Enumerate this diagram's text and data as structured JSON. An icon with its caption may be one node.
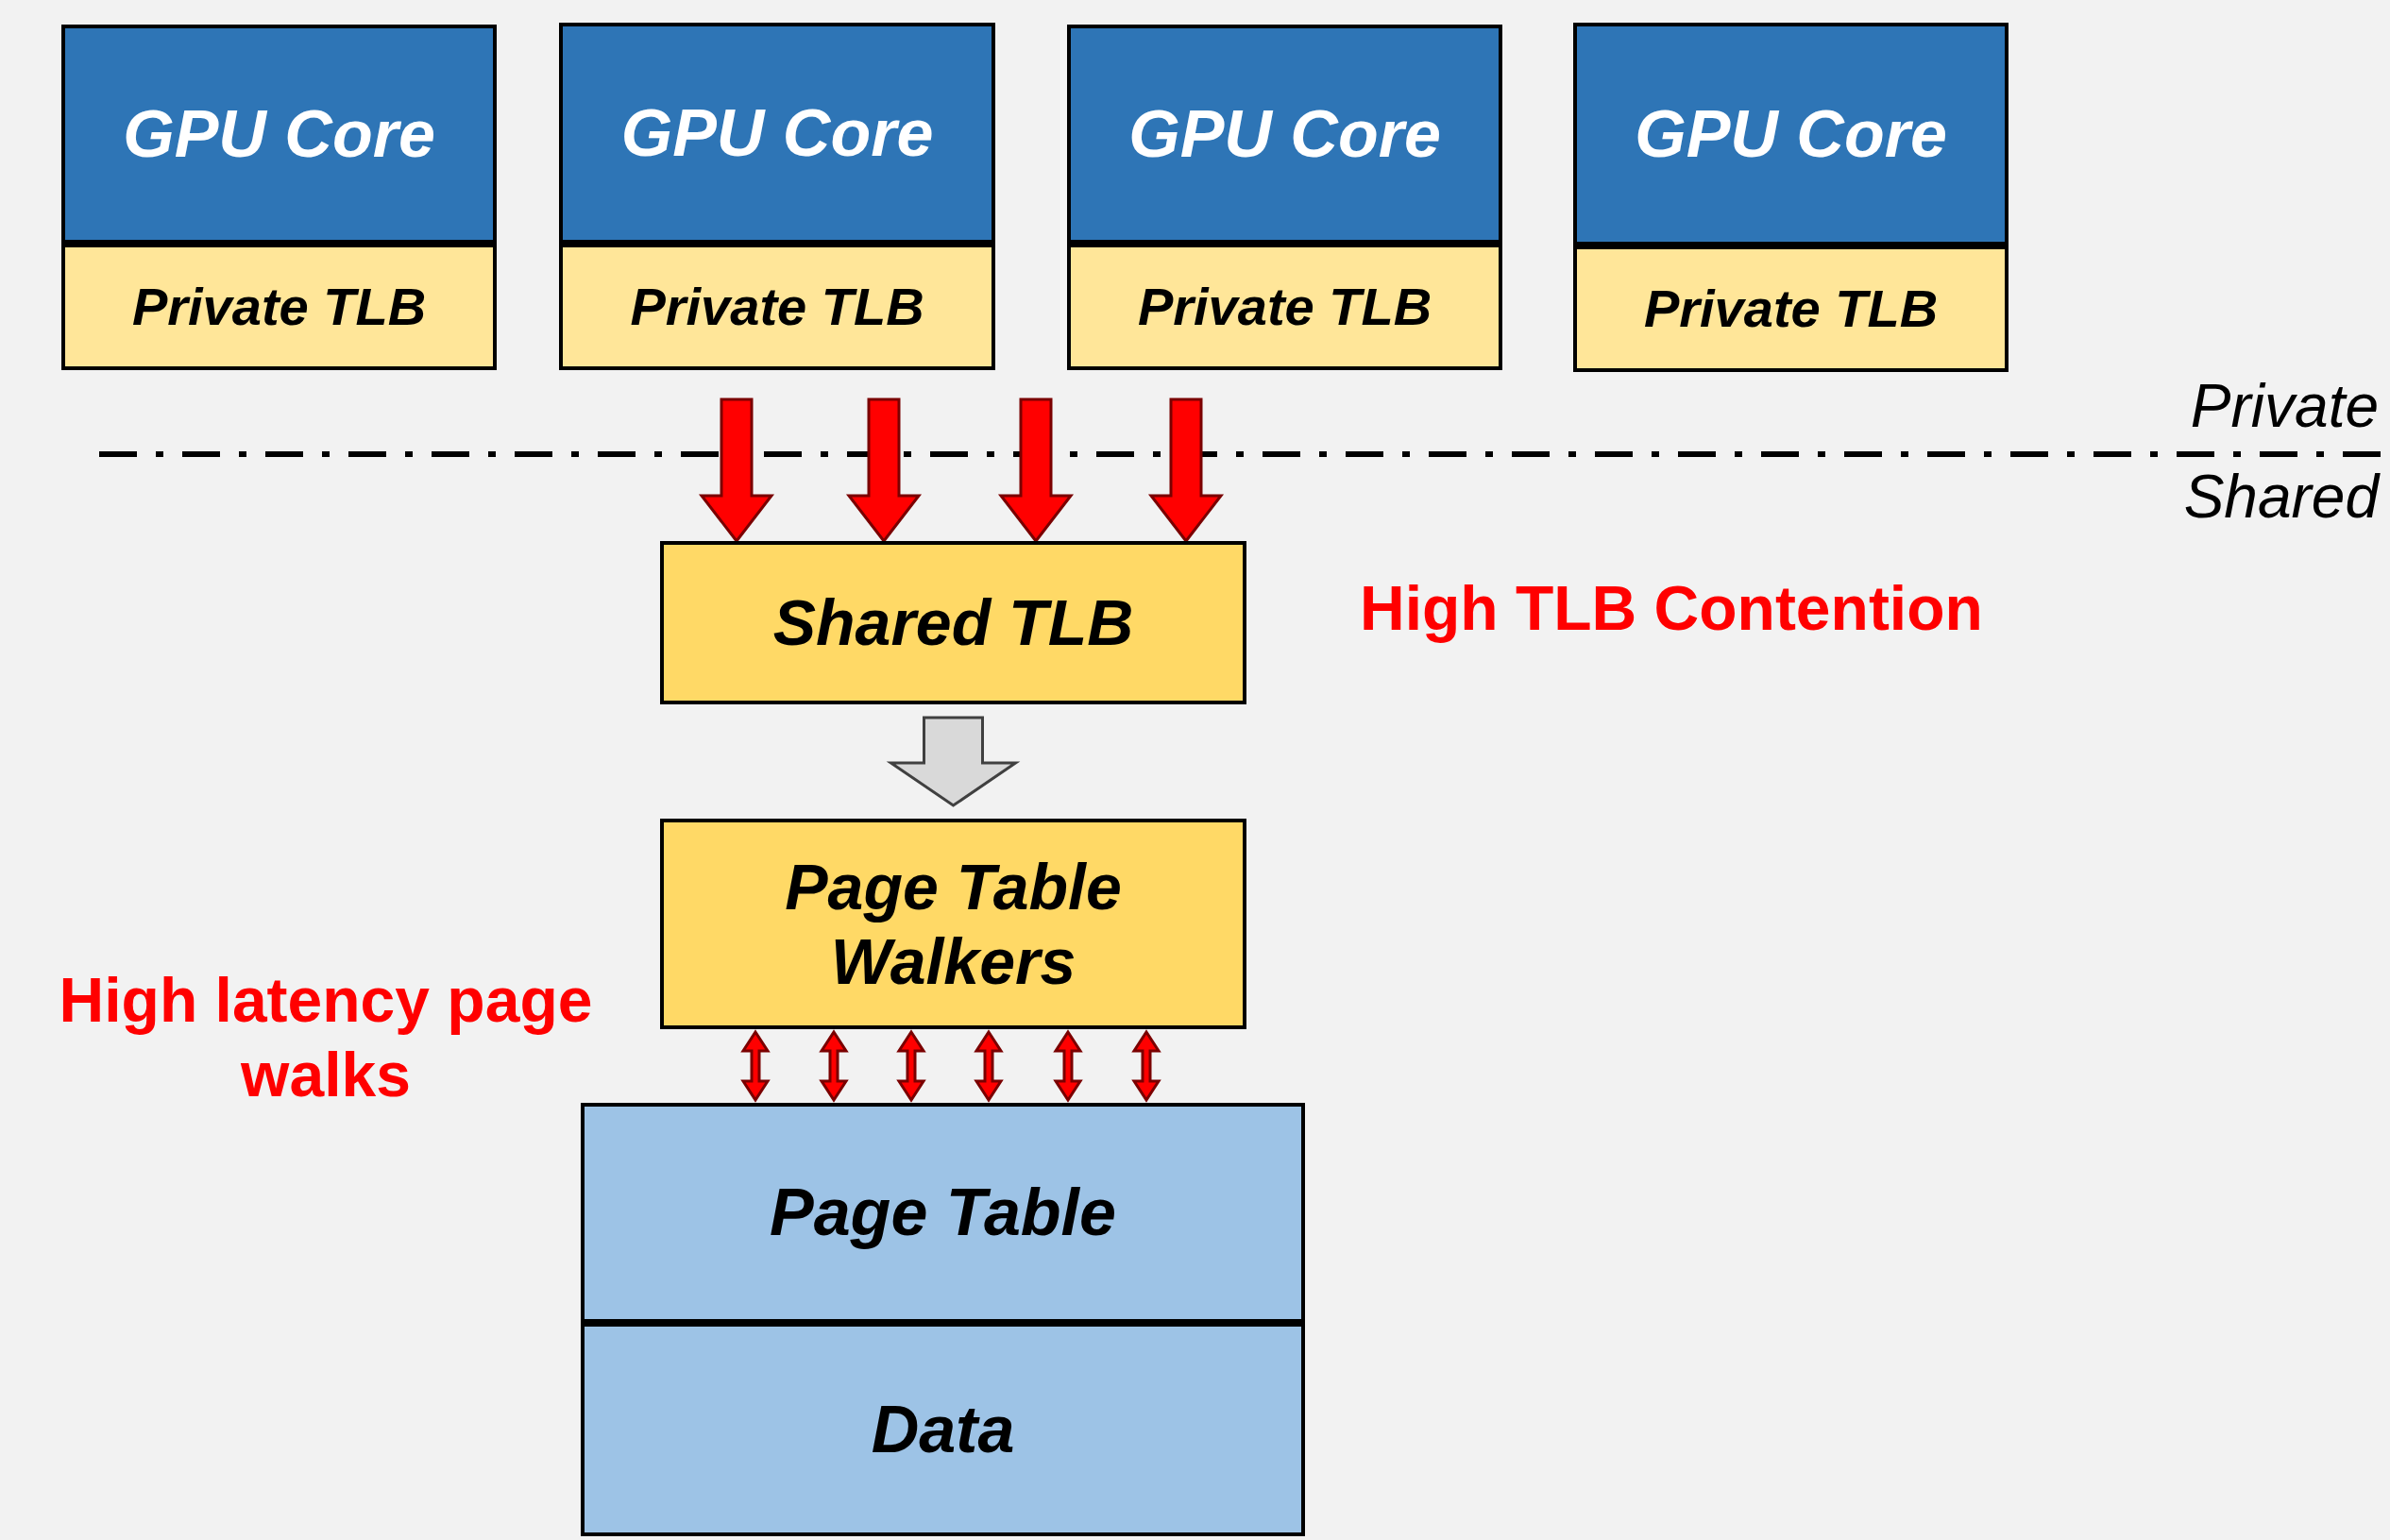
{
  "diagram": {
    "nodes": [
      {
        "text": [
          "GPU Core"
        ]
      },
      {
        "text": [
          "Private TLB"
        ]
      },
      {
        "text": [
          "GPU Core"
        ]
      },
      {
        "text": [
          "Private TLB"
        ]
      },
      {
        "text": [
          "GPU Core"
        ]
      },
      {
        "text": [
          "Private TLB"
        ]
      },
      {
        "text": [
          "GPU Core"
        ]
      },
      {
        "text": [
          "Private TLB"
        ]
      },
      {
        "text": [
          "Shared TLB"
        ]
      },
      {
        "text": [
          "Page Table Walkers"
        ]
      },
      {
        "text": [
          "Page Table"
        ]
      },
      {
        "text": [
          "Data"
        ]
      }
    ],
    "edges": [
      {
        "from": null,
        "to": 8,
        "arrow": "to"
      },
      {
        "from": null,
        "to": 8,
        "arrow": "to"
      },
      {
        "from": null,
        "to": 8,
        "arrow": "to"
      },
      {
        "from": null,
        "to": 8,
        "arrow": "to"
      },
      {
        "from": 8,
        "to": 9,
        "arrow": "to",
        "color": "#d9d9d9"
      },
      {
        "from": 9,
        "to": 10,
        "arrow": "both"
      },
      {
        "from": 9,
        "to": 10,
        "arrow": "both"
      },
      {
        "from": 9,
        "to": 10,
        "arrow": "both"
      },
      {
        "from": 9,
        "to": 10,
        "arrow": "both"
      },
      {
        "from": 9,
        "to": 10,
        "arrow": "both"
      },
      {
        "from": 9,
        "to": 10,
        "arrow": "both"
      }
    ],
    "labels": [
      "Private",
      "Shared",
      "High TLB Contention",
      "High latency page walks"
    ]
  }
}
